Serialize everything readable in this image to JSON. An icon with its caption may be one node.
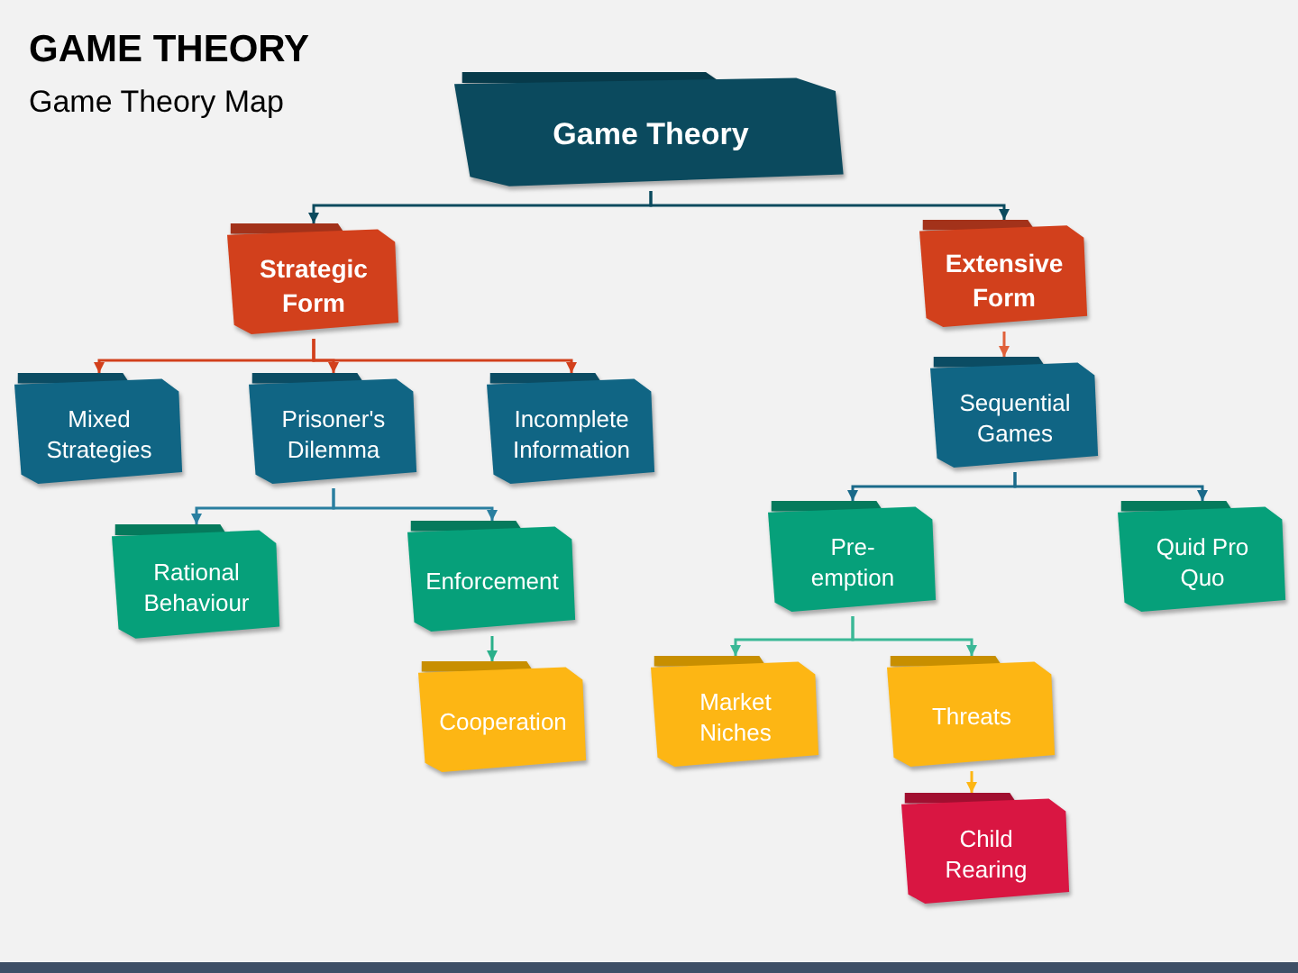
{
  "diagram": {
    "title": "GAME THEORY",
    "nodes": [
      {
        "text": [
          "Game Theory"
        ]
      },
      {
        "text": [
          "Strategic Form"
        ]
      },
      {
        "text": [
          "Extensive Form"
        ]
      },
      {
        "text": [
          "Mixed Strategies"
        ]
      },
      {
        "text": [
          "Prisoner's Dilemma"
        ]
      },
      {
        "text": [
          "Incomplete Information"
        ]
      },
      {
        "text": [
          "Sequential Games"
        ]
      },
      {
        "text": [
          "Rational Behaviour"
        ]
      },
      {
        "text": [
          "Enforcement"
        ]
      },
      {
        "text": [
          "Cooperation"
        ]
      },
      {
        "text": [
          "Pre- emption"
        ]
      },
      {
        "text": [
          "Quid Pro Quo"
        ]
      },
      {
        "text": [
          "Market Niches"
        ]
      },
      {
        "text": [
          "Threats"
        ]
      },
      {
        "text": [
          "Child Rearing"
        ]
      }
    ],
    "edges": [
      {
        "from": 0,
        "to": 1,
        "arrow": "to",
        "color": "#0b4a5e"
      },
      {
        "from": 0,
        "to": 2,
        "arrow": "to",
        "color": "#0b4a5e"
      },
      {
        "from": 1,
        "to": 3,
        "arrow": "to",
        "color": "#d2401c"
      },
      {
        "from": 1,
        "to": 4,
        "arrow": "to",
        "color": "#d2401c"
      },
      {
        "from": 1,
        "to": 5,
        "arrow": "to",
        "color": "#d2401c"
      },
      {
        "from": 2,
        "to": 6,
        "arrow": "to",
        "color": "#e0603a"
      },
      {
        "from": 4,
        "to": 7,
        "arrow": "to",
        "color": "#2a7fa0"
      },
      {
        "from": 4,
        "to": 8,
        "arrow": "to",
        "color": "#2a7fa0"
      },
      {
        "from": 6,
        "to": 10,
        "arrow": "to",
        "color": "#1a6a8a"
      },
      {
        "from": 6,
        "to": 11,
        "arrow": "to",
        "color": "#1a6a8a"
      },
      {
        "from": 8,
        "to": 9,
        "arrow": "to",
        "color": "#2ab08a"
      },
      {
        "from": 10,
        "to": 12,
        "arrow": "to",
        "color": "#3bb896"
      },
      {
        "from": 10,
        "to": 13,
        "arrow": "to",
        "color": "#3bb896"
      },
      {
        "from": 13,
        "to": 14,
        "arrow": "to",
        "color": "#fdb614"
      }
    ],
    "labels": [
      "Game Theory Map"
    ]
  }
}
